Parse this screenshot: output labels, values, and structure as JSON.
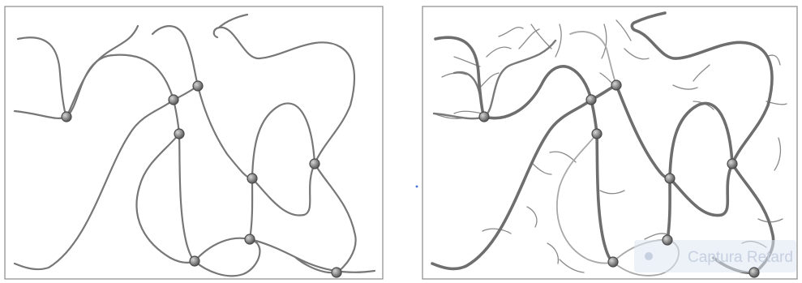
{
  "panels": [
    {
      "name": "panel-left"
    },
    {
      "name": "panel-right"
    }
  ],
  "watermark": {
    "text": "Captura Retard"
  },
  "colors": {
    "chain": "#777777",
    "node_fill": "#8c8c8c",
    "frame": "#8a8a8a"
  }
}
